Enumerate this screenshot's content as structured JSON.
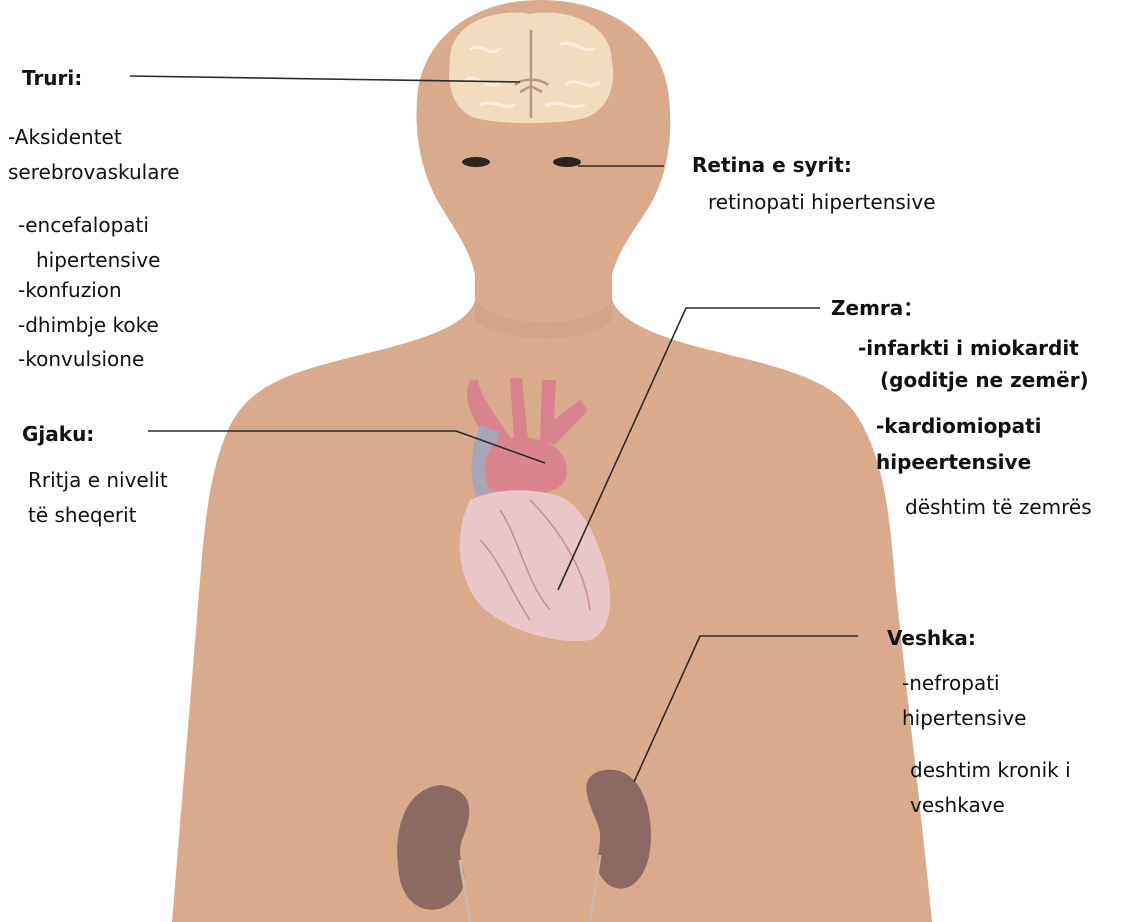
{
  "colors": {
    "skin": "#d9ab8c",
    "skin_shadow": "#c99b7b",
    "brain": "#f1dcc0",
    "brain_fold": "#fbeede",
    "heart": "#e9c6c8",
    "heart_vessel": "#d9848f",
    "heart_vein": "#a8a6b6",
    "kidney": "#8b6a64",
    "kidney_dark": "#6e524d",
    "eye": "#2a2522",
    "leader_line": "#2b2b2b"
  },
  "labels": {
    "brain": {
      "title": "Truri:",
      "lines": [
        "-Aksidentet",
        "serebrovaskulare",
        "-encefalopati",
        "hipertensive",
        "-konfuzion",
        "-dhimbje koke",
        "-konvulsione"
      ]
    },
    "retina": {
      "title": "Retina e syrit:",
      "lines": [
        "retinopati hipertensive"
      ]
    },
    "heart": {
      "title": "Zemra：",
      "lines": [
        "-infarkti i miokardit",
        "(goditje ne zemër)",
        "-kardiomiopati",
        "hipeertensive",
        "dështim të zemrës"
      ]
    },
    "blood": {
      "title": "Gjaku:",
      "lines": [
        "Rritja e nivelit",
        "të sheqerit"
      ]
    },
    "kidney": {
      "title": "Veshka:",
      "lines": [
        "-nefropati",
        "hipertensive",
        "deshtim kronik i",
        "veshkave"
      ]
    }
  }
}
